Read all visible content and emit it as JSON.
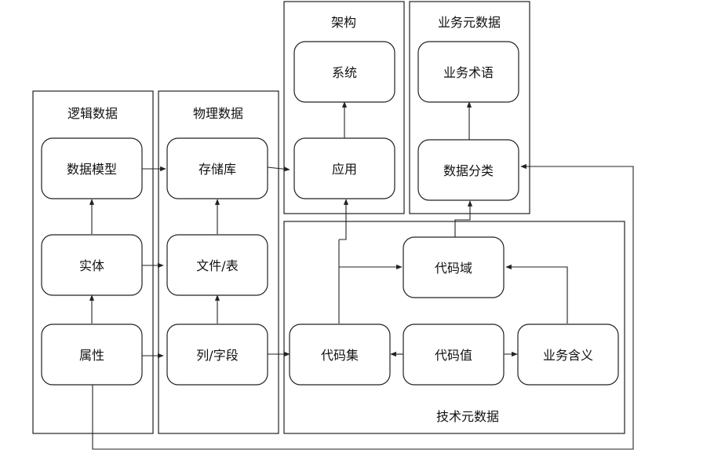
{
  "groups": {
    "logical": "逻辑数据",
    "physical": "物理数据",
    "architecture": "架构",
    "business_meta": "业务元数据",
    "technical_meta": "技术元数据"
  },
  "nodes": {
    "data_model": "数据模型",
    "entity": "实体",
    "attribute": "属性",
    "repository": "存储库",
    "file_table": "文件/表",
    "column_field": "列/字段",
    "system": "系统",
    "application": "应用",
    "business_term": "业务术语",
    "data_classification": "数据分类",
    "code_domain": "代码域",
    "code_set": "代码集",
    "code_value": "代码值",
    "business_meaning": "业务含义"
  }
}
